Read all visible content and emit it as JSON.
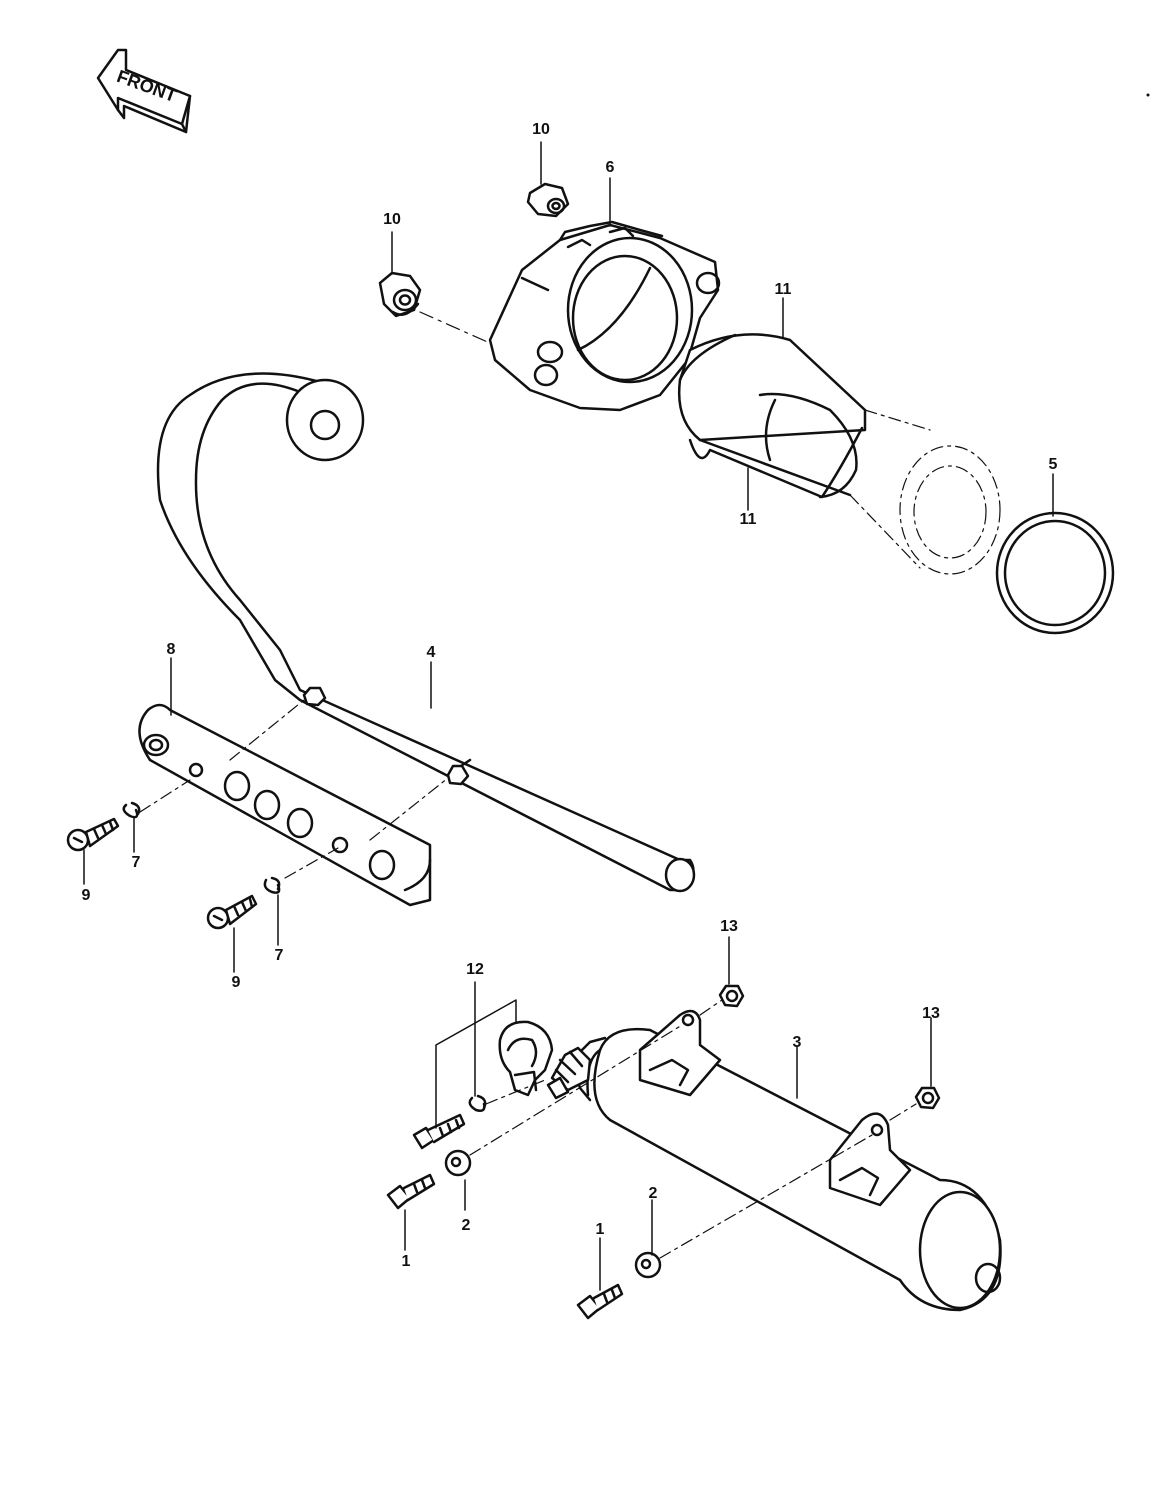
{
  "front_label": "FRONT",
  "callouts": {
    "p10a": "10",
    "p10b": "10",
    "p6": "6",
    "p11a": "11",
    "p11b": "11",
    "p5": "5",
    "p4": "4",
    "p8": "8",
    "p7a": "7",
    "p7b": "7",
    "p9a": "9",
    "p9b": "9",
    "p13a": "13",
    "p13b": "13",
    "p12": "12",
    "p3": "3",
    "p2a": "2",
    "p2b": "2",
    "p1a": "1",
    "p1b": "1"
  },
  "colors": {
    "line": "#111111",
    "paper": "#ffffff"
  }
}
